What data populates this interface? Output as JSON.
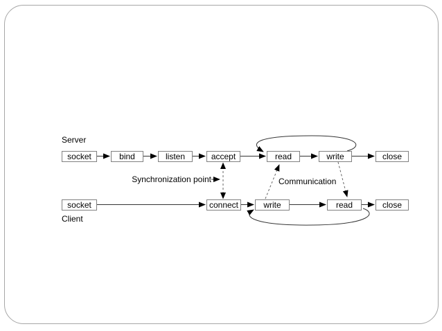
{
  "slide": {
    "server_label": "Server",
    "client_label": "Client",
    "server_nodes": [
      "socket",
      "bind",
      "listen",
      "accept",
      "read",
      "write",
      "close"
    ],
    "client_nodes": [
      "socket",
      "connect",
      "write",
      "read",
      "close"
    ],
    "annotations": {
      "sync_point": "Synchronization point",
      "communication": "Communication"
    },
    "colors": {
      "background": "#ffffff",
      "slide_border": "#a6a6a6",
      "box_border": "#808080",
      "line": "#333333",
      "dashed_line": "#666666",
      "arrow_fill": "#000000",
      "text": "#000000"
    }
  }
}
